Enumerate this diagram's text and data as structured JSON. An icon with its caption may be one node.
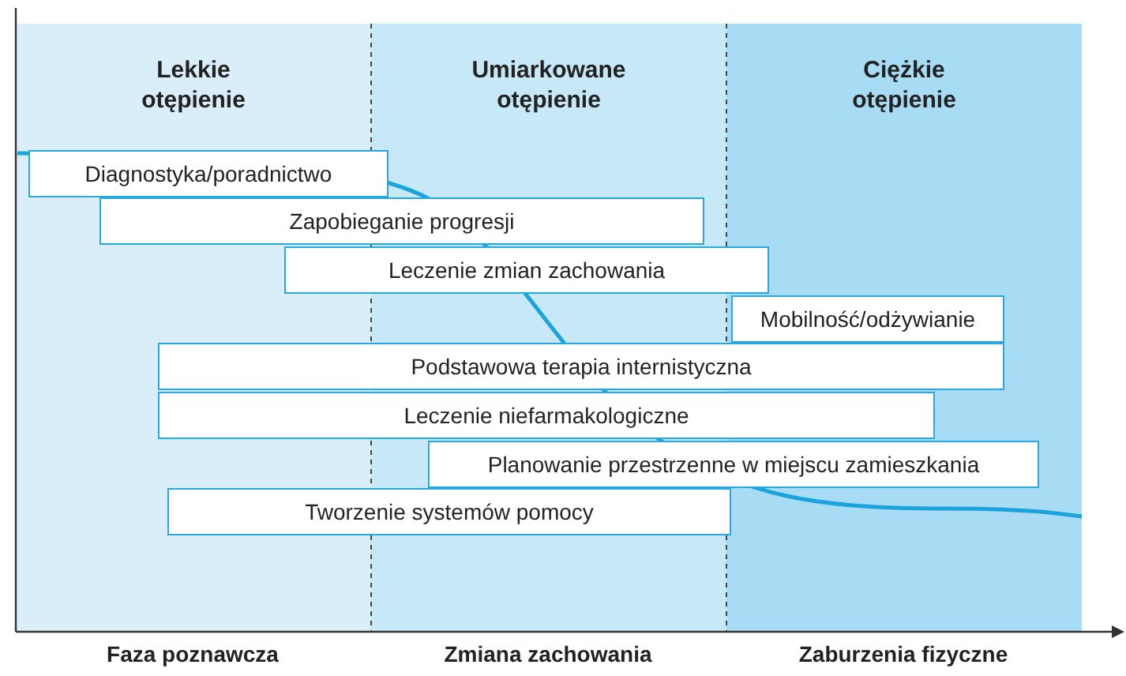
{
  "diagram": {
    "nodes": [
      {
        "text": [
          "Lekkie otępienie"
        ]
      },
      {
        "text": [
          "Umiarkowane otępienie"
        ]
      },
      {
        "text": [
          "Ciężkie otępienie"
        ]
      },
      {
        "text": [
          "Diagnostyka/poradnictwo"
        ],
        "in": 0
      },
      {
        "text": [
          "Zapobieganie progresji"
        ]
      },
      {
        "text": [
          "Leczenie zmian zachowania"
        ]
      },
      {
        "text": [
          "Mobilność/odżywianie"
        ],
        "in": 2
      },
      {
        "text": [
          "Podstawowa terapia internistyczna"
        ]
      },
      {
        "text": [
          "Leczenie niefarmakologiczne"
        ]
      },
      {
        "text": [
          "Planowanie przestrzenne w miejscu zamieszkania"
        ]
      },
      {
        "text": [
          "Tworzenie systemów pomocy"
        ]
      }
    ],
    "edges": [],
    "labels": [
      "Faza poznawcza",
      "Zmiana zachowania",
      "Zaburzenia fizyczne"
    ]
  }
}
